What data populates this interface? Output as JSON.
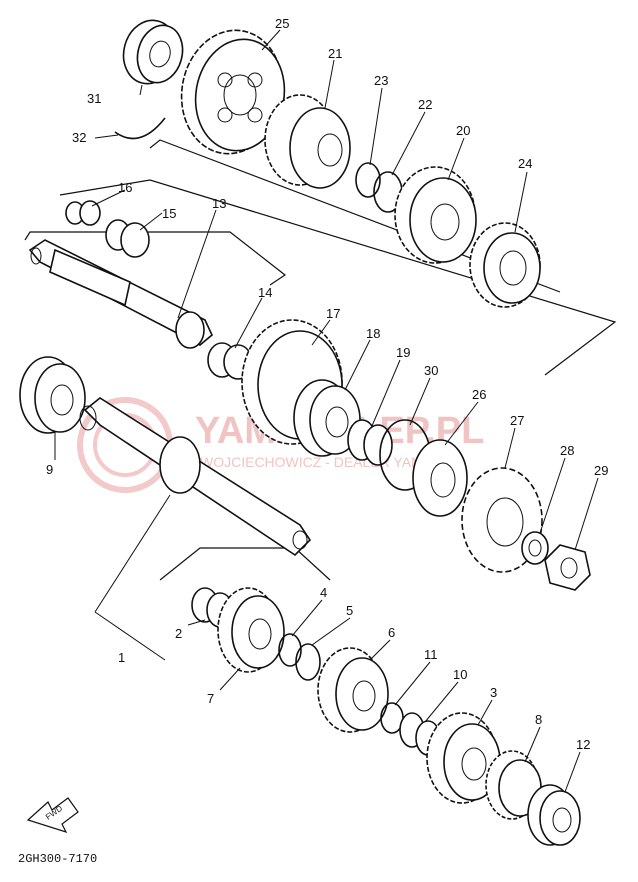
{
  "diagram": {
    "reference_code": "2GH300-7170",
    "front_marker": "FWD",
    "watermark": {
      "title": "YAMASKLEP.PL",
      "subtitle": "WOJCIECHOWICZ - DEALER YAMAHA"
    },
    "callouts": {
      "c1": "1",
      "c2": "2",
      "c3": "3",
      "c4": "4",
      "c5": "5",
      "c6": "6",
      "c7": "7",
      "c8": "8",
      "c9": "9",
      "c10": "10",
      "c11": "11",
      "c12": "12",
      "c13": "13",
      "c14": "14",
      "c15": "15",
      "c16": "16",
      "c17": "17",
      "c18": "18",
      "c19": "19",
      "c20": "20",
      "c21": "21",
      "c22": "22",
      "c23": "23",
      "c24": "24",
      "c25": "25",
      "c26": "26",
      "c27": "27",
      "c28": "28",
      "c29": "29",
      "c30": "30",
      "c31": "31",
      "c32": "32"
    }
  }
}
